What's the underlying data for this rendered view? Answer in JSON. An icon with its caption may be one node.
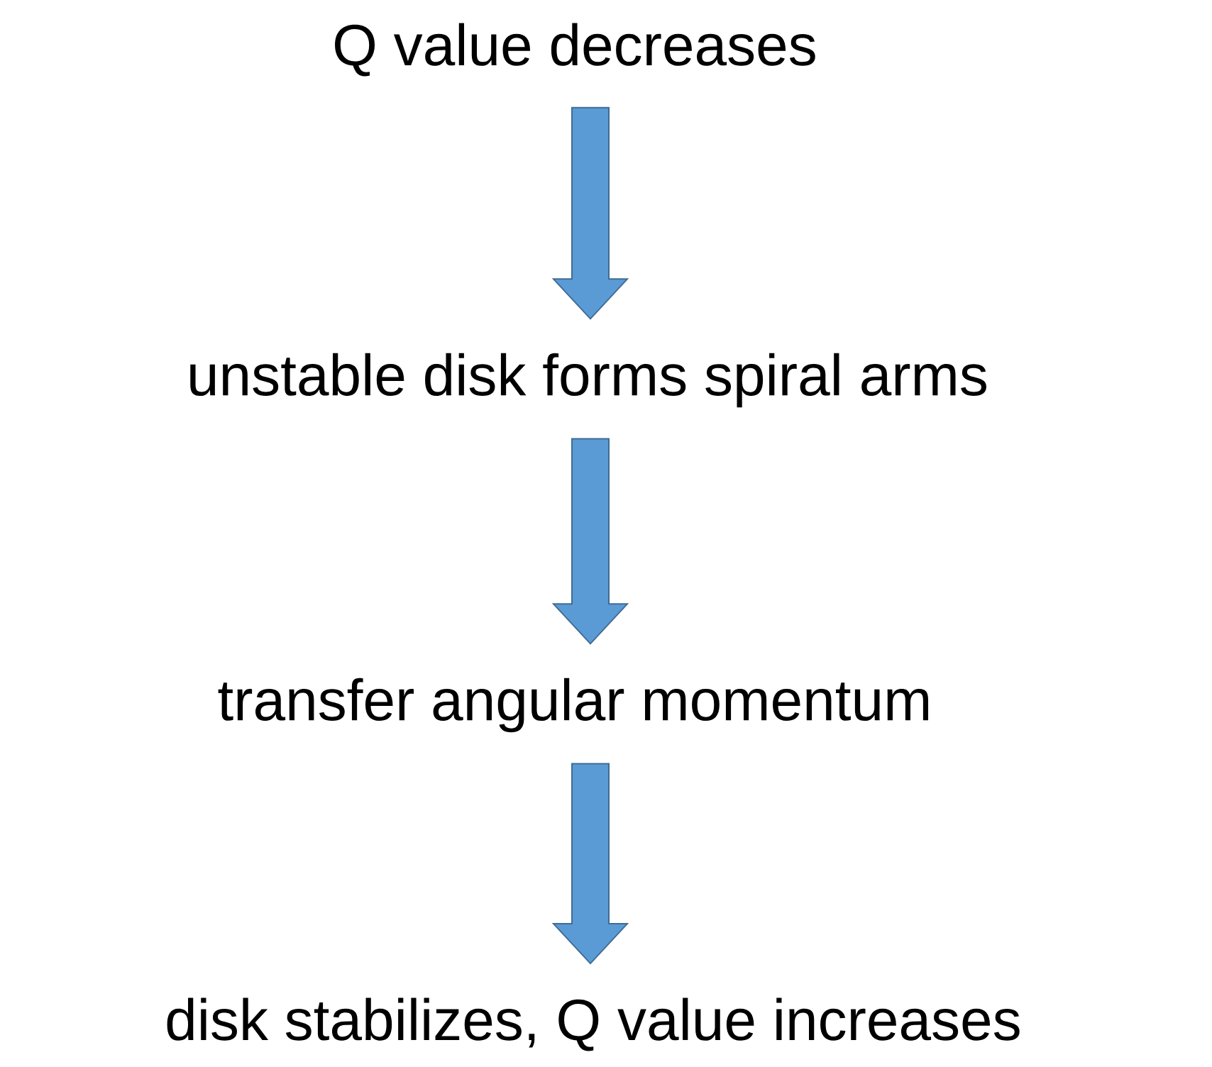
{
  "diagram": {
    "nodes": [
      {
        "text": [
          "Q value decreases"
        ]
      },
      {
        "text": [
          "unstable disk forms spiral arms"
        ]
      },
      {
        "text": [
          "transfer angular momentum"
        ]
      },
      {
        "text": [
          "disk stabilizes, Q value increases"
        ]
      }
    ],
    "edges": [
      {
        "from": 0,
        "to": 1,
        "arrow": "to"
      },
      {
        "from": 1,
        "to": 2,
        "arrow": "to"
      },
      {
        "from": 2,
        "to": 3,
        "arrow": "to"
      }
    ]
  }
}
